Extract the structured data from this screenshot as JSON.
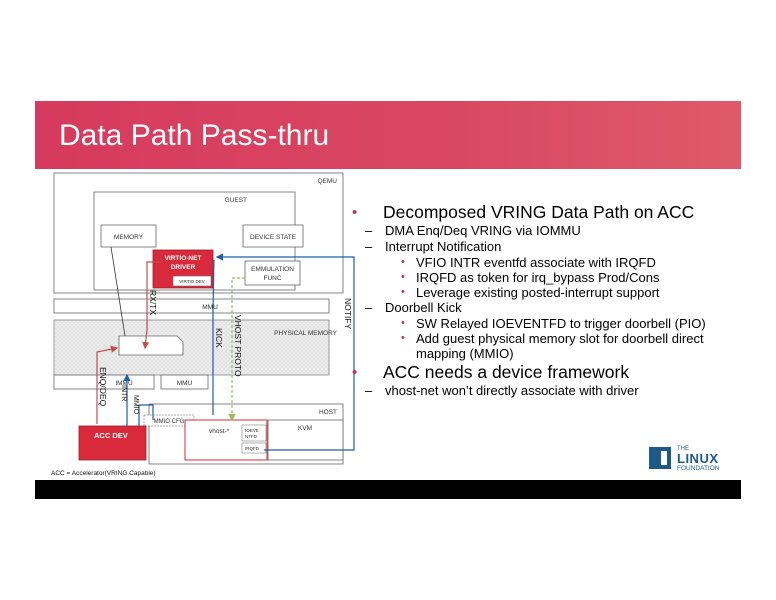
{
  "slide": {
    "title": "Data Path Pass-thru"
  },
  "diagram": {
    "qemu": "QEMU",
    "guest": "GUEST",
    "memory": "MEMORY",
    "device_state": "DEVICE STATE",
    "virtio_net_driver_1": "VIRTIO-NET",
    "virtio_net_driver_2": "DRIVER",
    "virtio_dev": "VIRTIO DEV",
    "emulation_func_1": "EMMULATION",
    "emulation_func_2": "FUNC",
    "mmu_top": "MMU",
    "physical_memory": "PHYSICAL MEMORY",
    "immu": "IMMU",
    "mmu_bottom": "MMU",
    "host": "HOST",
    "mmio_cfg": "MMIO CFG",
    "vhost": "vhost-*",
    "ioeventfd_1": "IOEVE",
    "ioeventfd_2": "NTFD",
    "irqfd": "IRQFD",
    "kvm": "KVM",
    "acc_dev": "ACC DEV",
    "rx_tx": "RX/TX",
    "kick": "KICK",
    "vhost_proto": "VHOST PROTO",
    "notify": "NOTIFY",
    "enq_deq": "ENQ/DEQ",
    "intr": "INTR",
    "mmio": "MMIO",
    "footnote": "ACC = Accelerator(VRING Capable)"
  },
  "bullets": {
    "b1": "Decomposed VRING Data Path on ACC",
    "b1_1": "DMA Enq/Deq VRING via IOMMU",
    "b1_2": "Interrupt Notification",
    "b1_2_1": "VFIO INTR eventfd associate with IRQFD",
    "b1_2_2": "IRQFD as token for irq_bypass Prod/Cons",
    "b1_2_3": "Leverage existing posted-interrupt support",
    "b1_3": "Doorbell Kick",
    "b1_3_1": "SW Relayed IOEVENTFD to trigger doorbell (PIO)",
    "b1_3_2": "Add guest physical memory slot for doorbell direct mapping  (MMIO)",
    "b2": "ACC needs a device framework",
    "b2_1": "vhost-net won’t directly associate with driver"
  },
  "logo": {
    "line1": "THE",
    "line2": "LINUX",
    "line3": "FOUNDATION"
  },
  "markers": {
    "bullet": "•",
    "dash": "–"
  },
  "colors": {
    "banner": "#d63a5e",
    "acc_red": "#d92a3c",
    "arrow_blue": "#1f5fa8",
    "arrow_red": "#c0504d",
    "arrow_green": "#9bbb59"
  }
}
